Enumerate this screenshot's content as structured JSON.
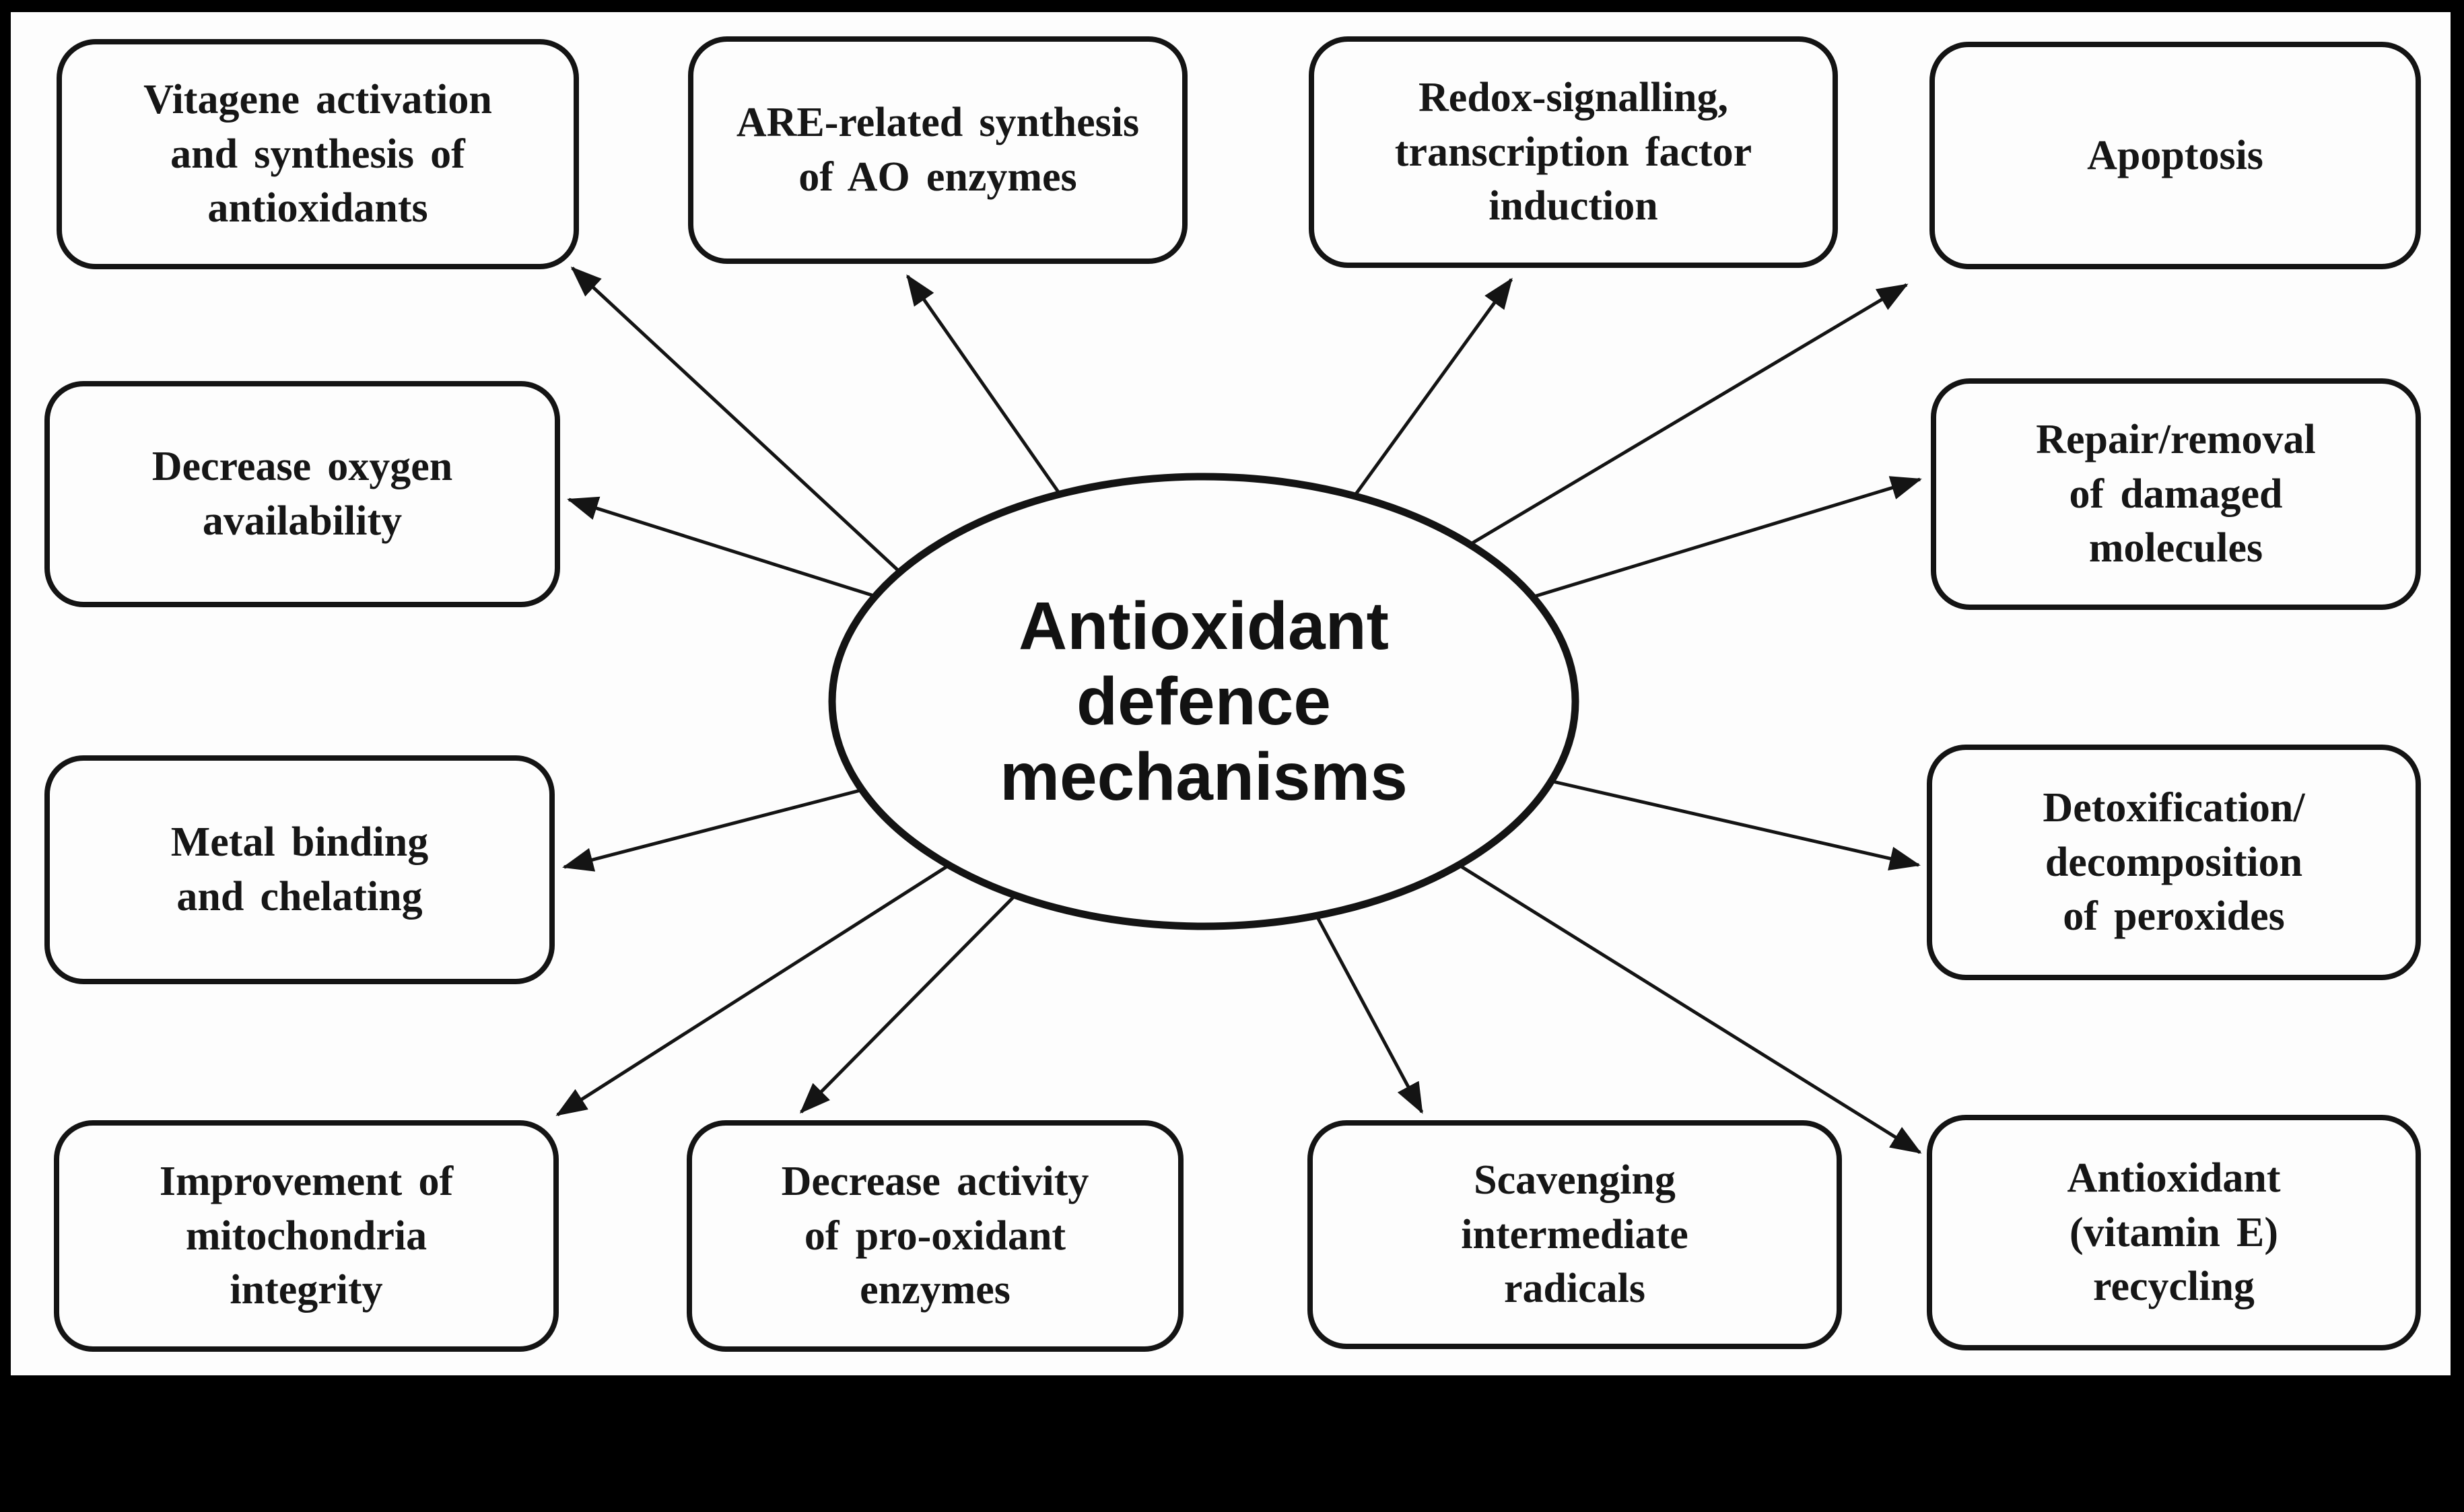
{
  "figure": {
    "title_hidden": "",
    "colors": {
      "background": "#fdfdfd",
      "frame": "#000000",
      "ink": "#141414"
    },
    "center": {
      "id": "antioxidant-defence-mechanisms",
      "label": "Antioxidant\ndefence\nmechanisms"
    },
    "nodes": [
      {
        "id": "vitagene-activation",
        "label": "Vitagene activation\nand synthesis of\nantioxidants"
      },
      {
        "id": "are-related-synthesis",
        "label": "ARE-related synthesis\nof AO enzymes"
      },
      {
        "id": "redox-signalling",
        "label": "Redox-signalling,\ntranscription factor\ninduction"
      },
      {
        "id": "apoptosis",
        "label": "Apoptosis"
      },
      {
        "id": "decrease-oxygen",
        "label": "Decrease oxygen\navailability"
      },
      {
        "id": "metal-binding",
        "label": "Metal binding\nand chelating"
      },
      {
        "id": "mitochondria-integrity",
        "label": "Improvement of\nmitochondria\nintegrity"
      },
      {
        "id": "pro-oxidant-enzymes",
        "label": "Decrease activity\nof pro-oxidant\nenzymes"
      },
      {
        "id": "scavenging-radicals",
        "label": "Scavenging\nintermediate\nradicals"
      },
      {
        "id": "repair-removal",
        "label": "Repair/removal\nof damaged\nmolecules"
      },
      {
        "id": "detoxification",
        "label": "Detoxification/\ndecomposition\nof peroxides"
      },
      {
        "id": "vitamin-e-recycling",
        "label": "Antioxidant\n(vitamin E)\nrecycling"
      }
    ],
    "edges": [
      {
        "from": "antioxidant-defence-mechanisms",
        "to": "vitagene-activation"
      },
      {
        "from": "antioxidant-defence-mechanisms",
        "to": "are-related-synthesis"
      },
      {
        "from": "antioxidant-defence-mechanisms",
        "to": "redox-signalling"
      },
      {
        "from": "antioxidant-defence-mechanisms",
        "to": "apoptosis"
      },
      {
        "from": "antioxidant-defence-mechanisms",
        "to": "decrease-oxygen"
      },
      {
        "from": "antioxidant-defence-mechanisms",
        "to": "metal-binding"
      },
      {
        "from": "antioxidant-defence-mechanisms",
        "to": "mitochondria-integrity"
      },
      {
        "from": "antioxidant-defence-mechanisms",
        "to": "pro-oxidant-enzymes"
      },
      {
        "from": "antioxidant-defence-mechanisms",
        "to": "scavenging-radicals"
      },
      {
        "from": "antioxidant-defence-mechanisms",
        "to": "repair-removal"
      },
      {
        "from": "antioxidant-defence-mechanisms",
        "to": "detoxification"
      },
      {
        "from": "antioxidant-defence-mechanisms",
        "to": "vitamin-e-recycling"
      }
    ]
  }
}
